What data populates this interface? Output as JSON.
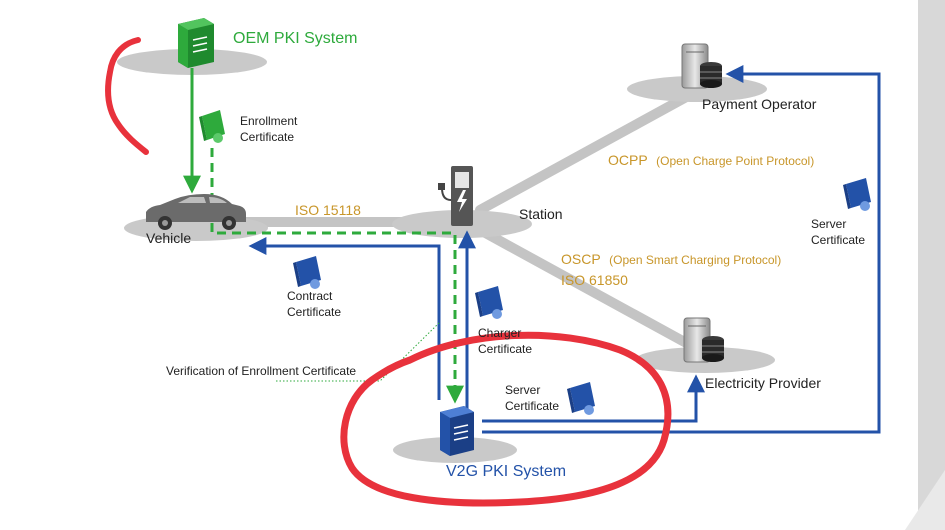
{
  "nodes": {
    "oem": "OEM PKI System",
    "vehicle": "Vehicle",
    "station": "Station",
    "payment": "Payment Operator",
    "electricity": "Electricity Provider",
    "v2g": "V2G PKI System"
  },
  "links": {
    "iso15118": "ISO 15118",
    "ocpp": "OCPP",
    "ocpp_full": "(Open Charge Point Protocol)",
    "oscp": "OSCP",
    "oscp_full": "(Open Smart Charging Protocol)",
    "iso61850": "ISO 61850"
  },
  "certs": {
    "enrollment_1": "Enrollment",
    "enrollment_2": "Certificate",
    "contract_1": "Contract",
    "contract_2": "Certificate",
    "charger_1": "Charger",
    "charger_2": "Certificate",
    "server_right_1": "Server",
    "server_right_2": "Certificate",
    "server_mid_1": "Server",
    "server_mid_2": "Certificate",
    "verification": "Verification of Enrollment Certificate"
  },
  "colors": {
    "green": "#2eaa3c",
    "blue": "#2352a8",
    "gold": "#c8962a",
    "red": "#e8323c",
    "platform": "#c9c9c9"
  }
}
